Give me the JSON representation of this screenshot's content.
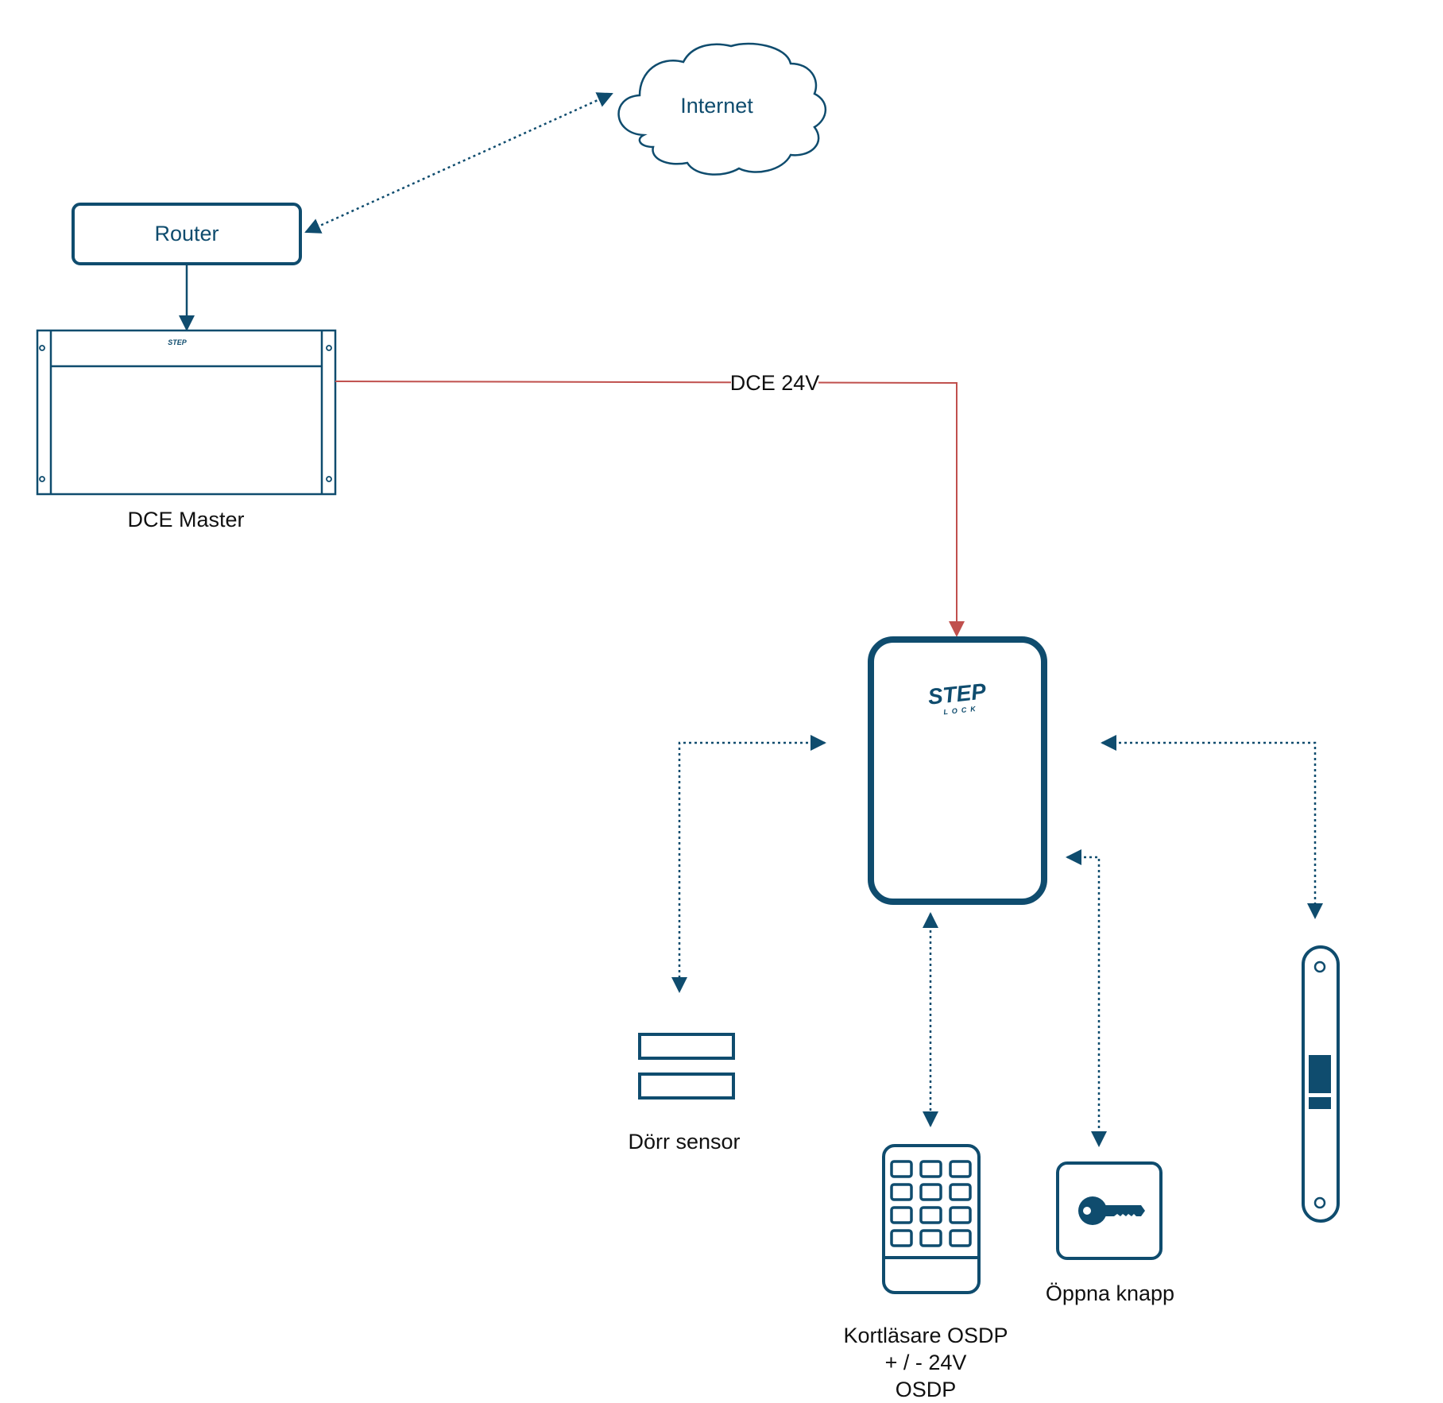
{
  "colors": {
    "primary": "#0f4c6e",
    "power_line": "#c0504d",
    "text": "#111111",
    "background": "#ffffff"
  },
  "nodes": {
    "internet": {
      "label": "Internet",
      "icon": "cloud-icon"
    },
    "router": {
      "label": "Router",
      "icon": "router-box"
    },
    "dce_master": {
      "label": "DCE Master",
      "icon": "rack-cabinet-icon",
      "logo": "STEP"
    },
    "controller": {
      "logo_main": "STEP",
      "logo_sub": "LOCK",
      "icon": "stepped-lock-controller"
    },
    "door_sensor": {
      "label": "Dörr sensor",
      "icon": "door-sensor-icon"
    },
    "card_reader": {
      "label_lines": [
        "Kortläsare OSDP",
        "+ / - 24V",
        "OSDP"
      ],
      "icon": "keypad-icon"
    },
    "open_button": {
      "label": "Öppna knapp",
      "icon": "key-icon"
    },
    "door_lock": {
      "icon": "lock-strike-icon"
    }
  },
  "connections": {
    "power": {
      "label": "DCE 24V"
    }
  }
}
